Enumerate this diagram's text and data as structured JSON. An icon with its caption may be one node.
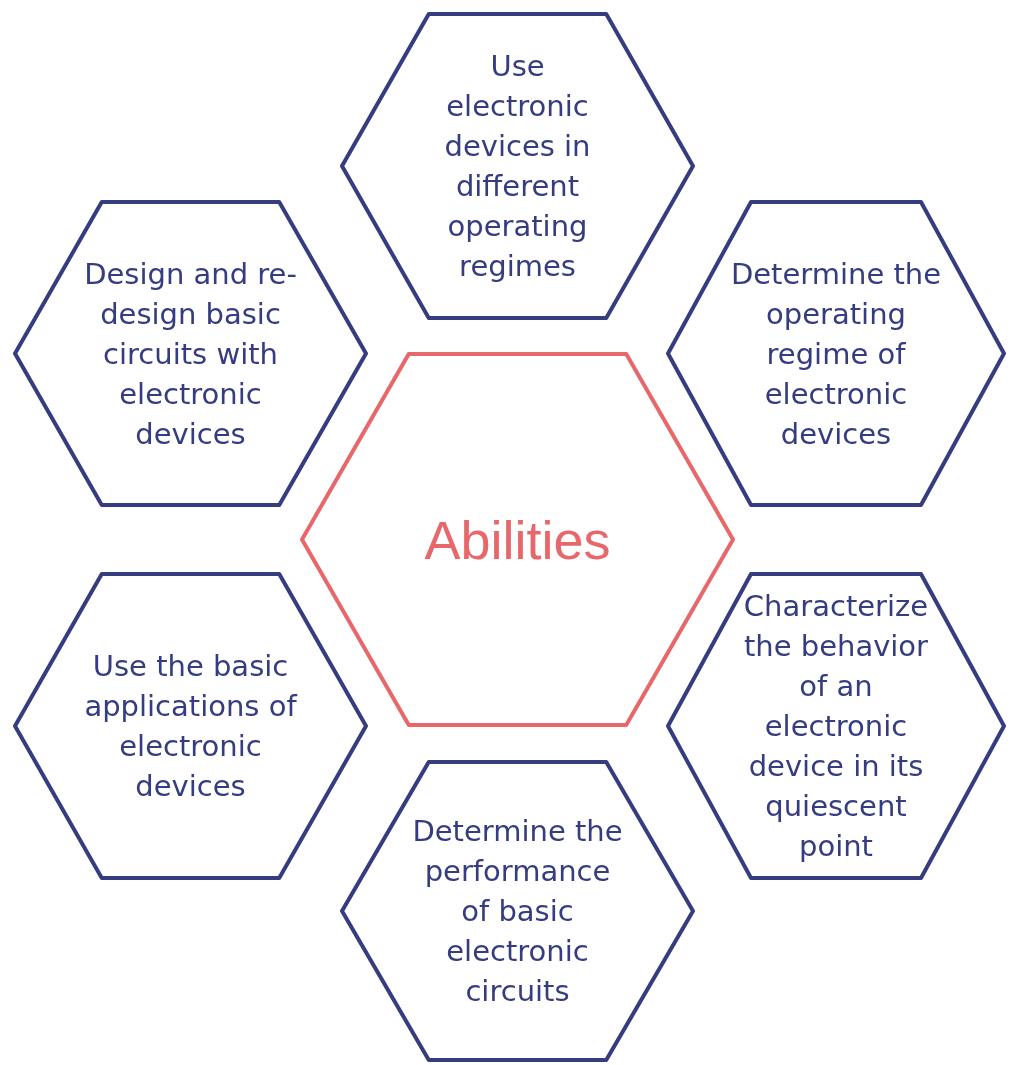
{
  "diagram": {
    "nodes": [
      {
        "text": [
          "Use electronic devices in different operating regimes"
        ]
      },
      {
        "text": [
          "Design and re-design basic circuits with electronic devices"
        ]
      },
      {
        "text": [
          "Determine the operating regime of electronic devices"
        ]
      },
      {
        "text": [
          "Abilities"
        ]
      },
      {
        "text": [
          "Use the basic applications of electronic devices"
        ]
      },
      {
        "text": [
          "Characterize the behavior of an electronic device in its quiescent point"
        ]
      },
      {
        "text": [
          "Determine the performance of basic electronic circuits"
        ]
      }
    ]
  }
}
